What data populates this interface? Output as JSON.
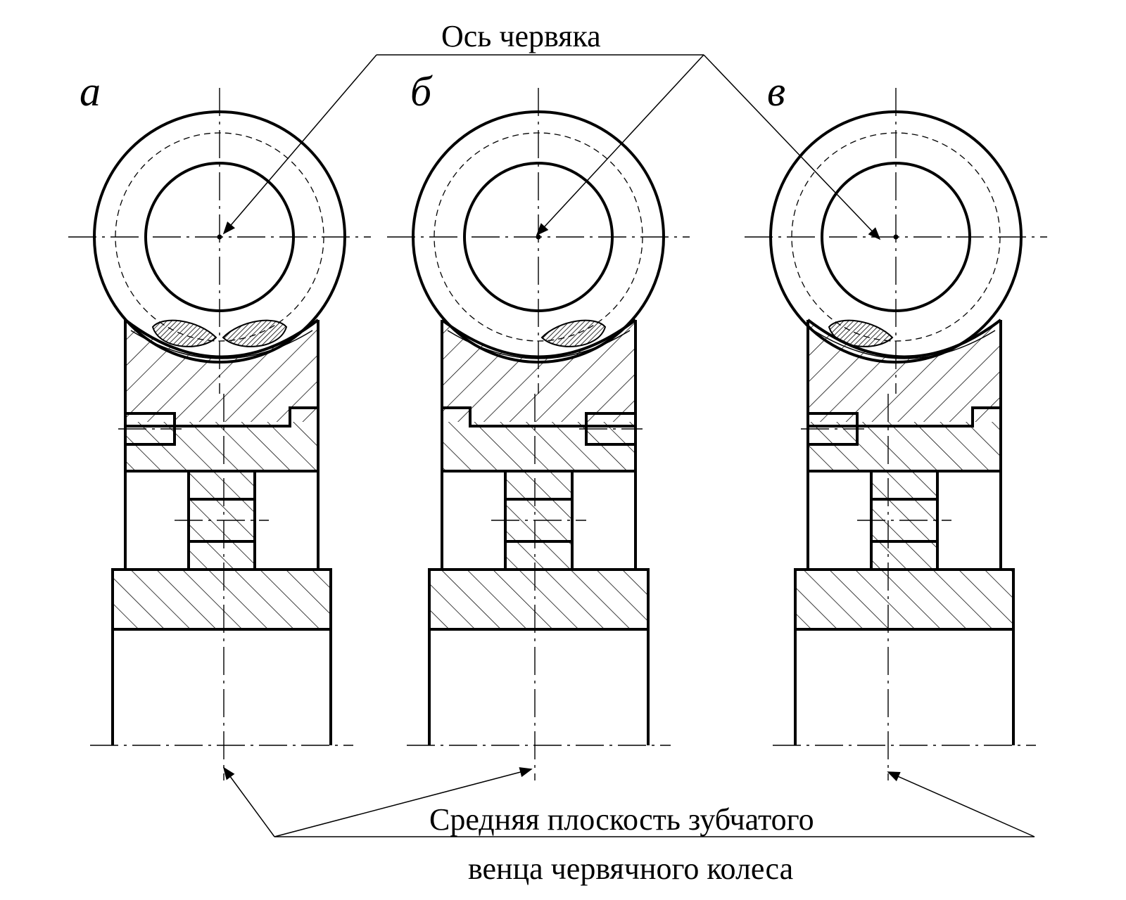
{
  "labels": {
    "worm_axis": "Ось червяка",
    "mid_plane_line1": "Средняя плоскость зубчатого",
    "mid_plane_line2": "венца червячного колеса"
  },
  "views": [
    {
      "letter": "а",
      "contact": "both"
    },
    {
      "letter": "б",
      "contact": "right"
    },
    {
      "letter": "в",
      "contact": "left"
    }
  ],
  "colors": {
    "line": "#000000",
    "background": "#ffffff"
  }
}
